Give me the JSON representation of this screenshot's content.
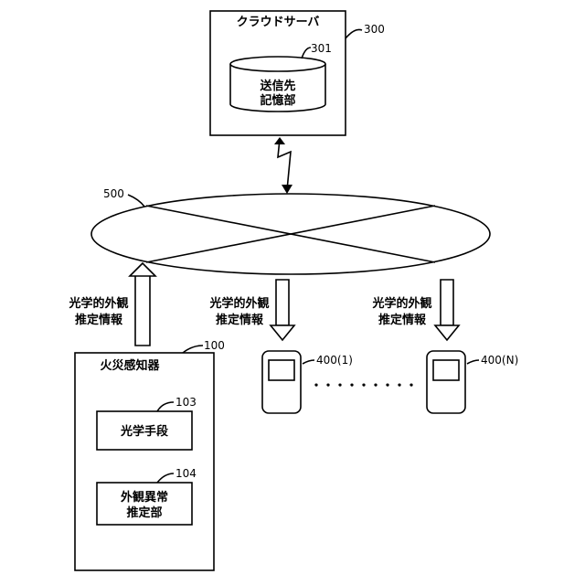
{
  "cloud_server": {
    "label": "クラウドサーバ",
    "ref": "300",
    "storage": {
      "line1": "送信先",
      "line2": "記憶部",
      "ref": "301"
    }
  },
  "network": {
    "ref": "500"
  },
  "arrows": {
    "up_label": {
      "line1": "光学的外観",
      "line2": "推定情報"
    },
    "down_label_1": {
      "line1": "光学的外観",
      "line2": "推定情報"
    },
    "down_label_2": {
      "line1": "光学的外観",
      "line2": "推定情報"
    }
  },
  "fire_detector": {
    "label": "火災感知器",
    "ref": "100",
    "optical_means": {
      "label": "光学手段",
      "ref": "103"
    },
    "appearance_estimator": {
      "line1": "外観異常",
      "line2": "推定部",
      "ref": "104"
    }
  },
  "terminals": [
    {
      "ref": "400(1)"
    },
    {
      "ref": "400(N)"
    }
  ],
  "ellipsis": "・・・・・・・・・"
}
